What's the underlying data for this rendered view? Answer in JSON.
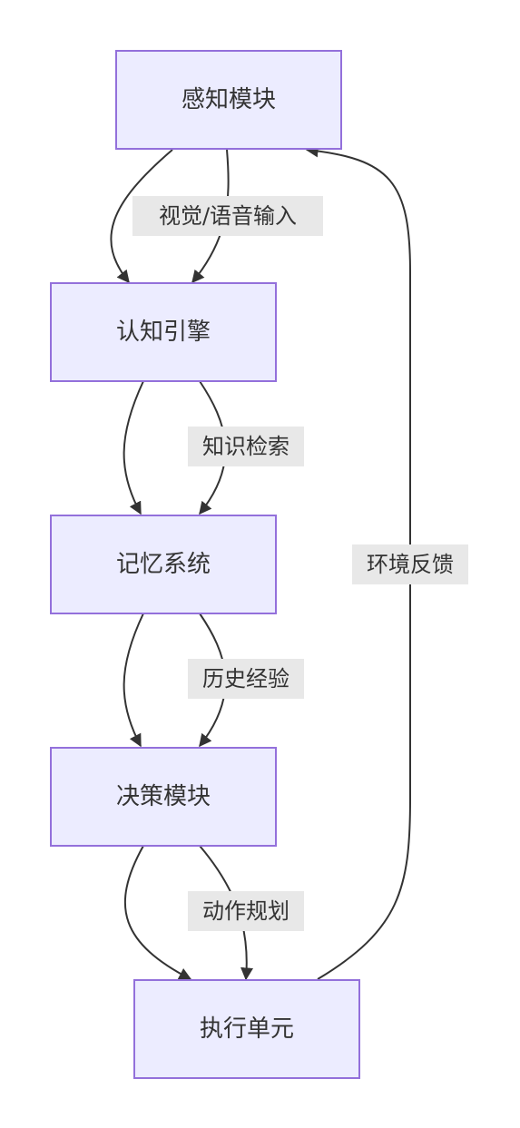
{
  "nodes": {
    "perception": "感知模块",
    "cognition": "认知引擎",
    "memory": "记忆系统",
    "decision": "决策模块",
    "execution": "执行单元"
  },
  "edge_labels": {
    "perception_to_cognition": "视觉/语音输入",
    "cognition_to_memory": "知识检索",
    "memory_to_decision": "历史经验",
    "decision_to_execution": "动作规划",
    "execution_to_perception": "环境反馈"
  },
  "colors": {
    "node_fill": "#ececff",
    "node_stroke": "#9370db",
    "edge_stroke": "#333333",
    "label_background": "#e8e8e8"
  }
}
